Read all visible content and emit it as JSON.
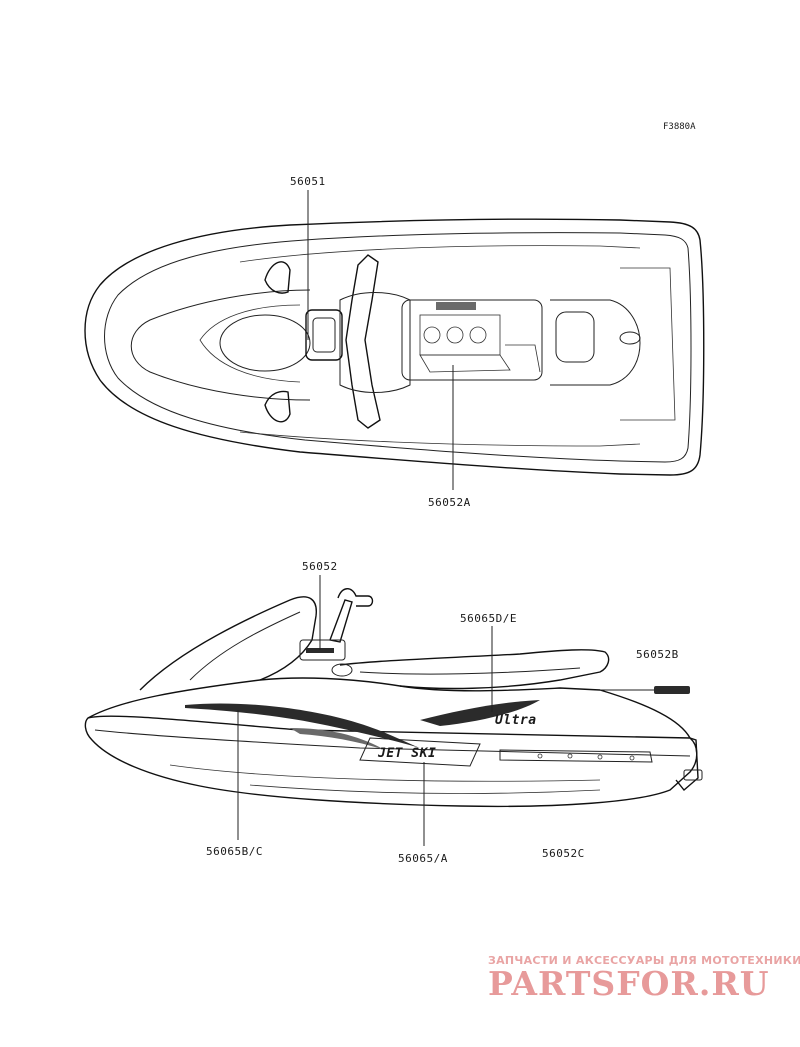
{
  "figure_code": "F3880A",
  "callouts": {
    "top_view_bar_label": "56051",
    "top_view_engine_label": "56052A",
    "side_front_label": "56052",
    "side_seat_label": "56065D/E",
    "side_rear_label": "56052B",
    "side_hull_front_label": "56065B/C",
    "side_hull_mid_label": "56065/A",
    "side_hull_rear_label": "56052C"
  },
  "decal_text": {
    "hull_logo": "JET SKI",
    "seat_logo": "Ultra"
  },
  "watermark": {
    "tagline": "ЗАПЧАСТИ И АКСЕССУАРЫ ДЛЯ МОТОТЕХНИКИ",
    "site": "PARTSFOR.RU",
    "color": "#e79a9a"
  }
}
